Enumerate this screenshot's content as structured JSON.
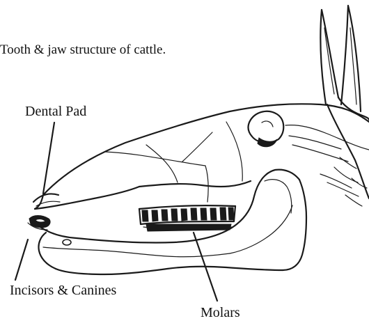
{
  "caption": "Tooth & jaw structure of cattle.",
  "labels": {
    "dental_pad": "Dental Pad",
    "incisors_canines": "Incisors & Canines",
    "molars": "Molars"
  },
  "colors": {
    "ink": "#1a1a1a",
    "paper": "#ffffff"
  }
}
